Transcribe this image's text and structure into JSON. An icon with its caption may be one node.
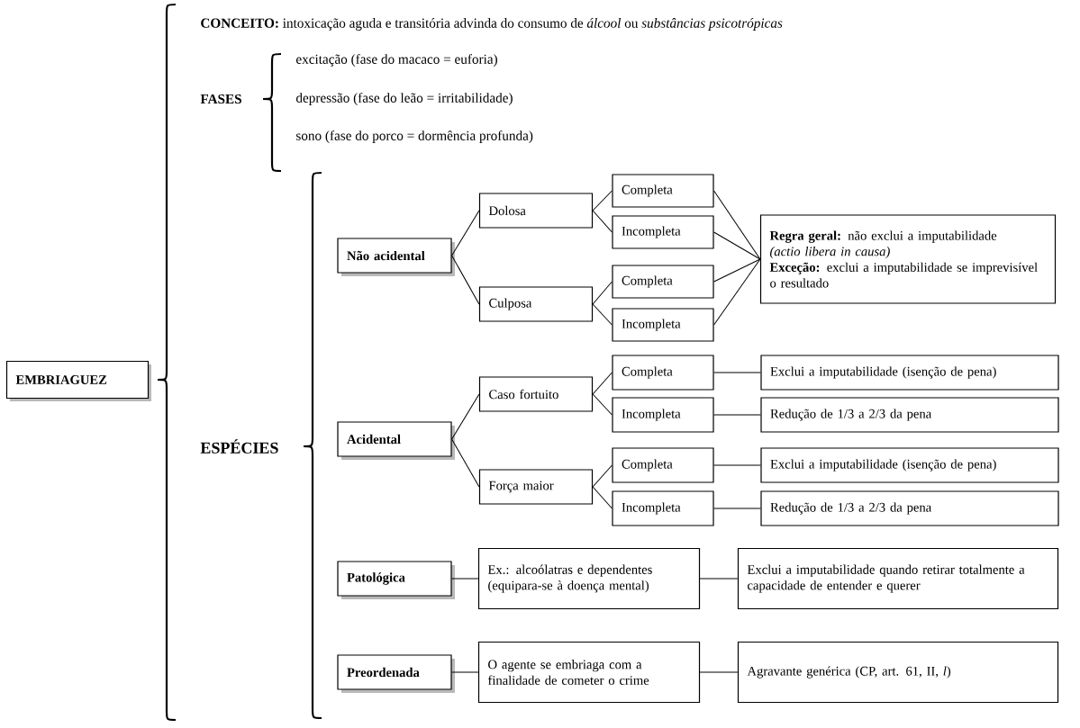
{
  "diagram": {
    "nodes": [
      {
        "text": [
          "EMBRIAGUEZ"
        ]
      },
      {
        "text": [
          "Não acidental"
        ]
      },
      {
        "text": [
          "Dolosa"
        ]
      },
      {
        "text": [
          "Completa"
        ]
      },
      {
        "text": [
          "Incompleta"
        ]
      },
      {
        "text": [
          "Culposa"
        ]
      },
      {
        "text": [
          "Completa"
        ]
      },
      {
        "text": [
          "Incompleta"
        ]
      },
      {
        "text": [
          "**Regra geral:** não exclui a imputabilidade",
          "*(actio libera in causa)*",
          "**Exceção:** exclui a imputabilidade se imprevisível o resultado"
        ]
      },
      {
        "text": [
          "Acidental"
        ]
      },
      {
        "text": [
          "Caso fortuito"
        ]
      },
      {
        "text": [
          "Completa"
        ]
      },
      {
        "text": [
          "Exclui a imputabilidade (isenção de pena)"
        ]
      },
      {
        "text": [
          "Incompleta"
        ]
      },
      {
        "text": [
          "Redução de 1/3 a 2/3 da pena"
        ]
      },
      {
        "text": [
          "Força maior"
        ]
      },
      {
        "text": [
          "Completa"
        ]
      },
      {
        "text": [
          "Exclui a imputabilidade (isenção de pena)"
        ]
      },
      {
        "text": [
          "Incompleta"
        ]
      },
      {
        "text": [
          "Redução de 1/3 a 2/3 da pena"
        ]
      },
      {
        "text": [
          "Patológica"
        ]
      },
      {
        "text": [
          "Ex.: alcoólatras e dependentes (equipara-se à doença mental)"
        ]
      },
      {
        "text": [
          "Exclui a imputabilidade quando retirar totalmente a capacidade de entender e querer"
        ]
      },
      {
        "text": [
          "Preordenada"
        ]
      },
      {
        "text": [
          "O agente se embriaga com a finalidade de cometer o crime"
        ]
      },
      {
        "text": [
          "Agravante genérica (CP, art. 61, II, *l*)"
        ]
      }
    ],
    "edges": [
      {
        "from": 1,
        "to": 2,
        "arrow": "none"
      },
      {
        "from": 1,
        "to": 5,
        "arrow": "none"
      },
      {
        "from": 2,
        "to": 3,
        "arrow": "none"
      },
      {
        "from": 2,
        "to": 4,
        "arrow": "none"
      },
      {
        "from": 5,
        "to": 6,
        "arrow": "none"
      },
      {
        "from": 5,
        "to": 7,
        "arrow": "none"
      },
      {
        "from": 3,
        "to": 8,
        "arrow": "none"
      },
      {
        "from": 4,
        "to": 8,
        "arrow": "none"
      },
      {
        "from": 6,
        "to": 8,
        "arrow": "none"
      },
      {
        "from": 7,
        "to": 8,
        "arrow": "none"
      },
      {
        "from": 9,
        "to": 10,
        "arrow": "none"
      },
      {
        "from": 9,
        "to": 15,
        "arrow": "none"
      },
      {
        "from": 10,
        "to": 11,
        "arrow": "none"
      },
      {
        "from": 10,
        "to": 13,
        "arrow": "none"
      },
      {
        "from": 11,
        "to": 12,
        "arrow": "none"
      },
      {
        "from": 13,
        "to": 14,
        "arrow": "none"
      },
      {
        "from": 15,
        "to": 16,
        "arrow": "none"
      },
      {
        "from": 15,
        "to": 18,
        "arrow": "none"
      },
      {
        "from": 16,
        "to": 17,
        "arrow": "none"
      },
      {
        "from": 18,
        "to": 19,
        "arrow": "none"
      },
      {
        "from": 20,
        "to": 21,
        "arrow": "none"
      },
      {
        "from": 21,
        "to": 22,
        "arrow": "none"
      },
      {
        "from": 23,
        "to": 24,
        "arrow": "none"
      },
      {
        "from": 24,
        "to": 25,
        "arrow": "none"
      }
    ],
    "labels": [
      "**CONCEITO:** intoxicação aguda e transitória advinda do consumo de *álcool* ou *substâncias psicotrópicas*",
      "FASES",
      "excitação (fase do macaco = euforia)",
      "depressão (fase do leão = irritabilidade)",
      "sono (fase do porco = dormência profunda)",
      "ESPÉCIES"
    ]
  }
}
